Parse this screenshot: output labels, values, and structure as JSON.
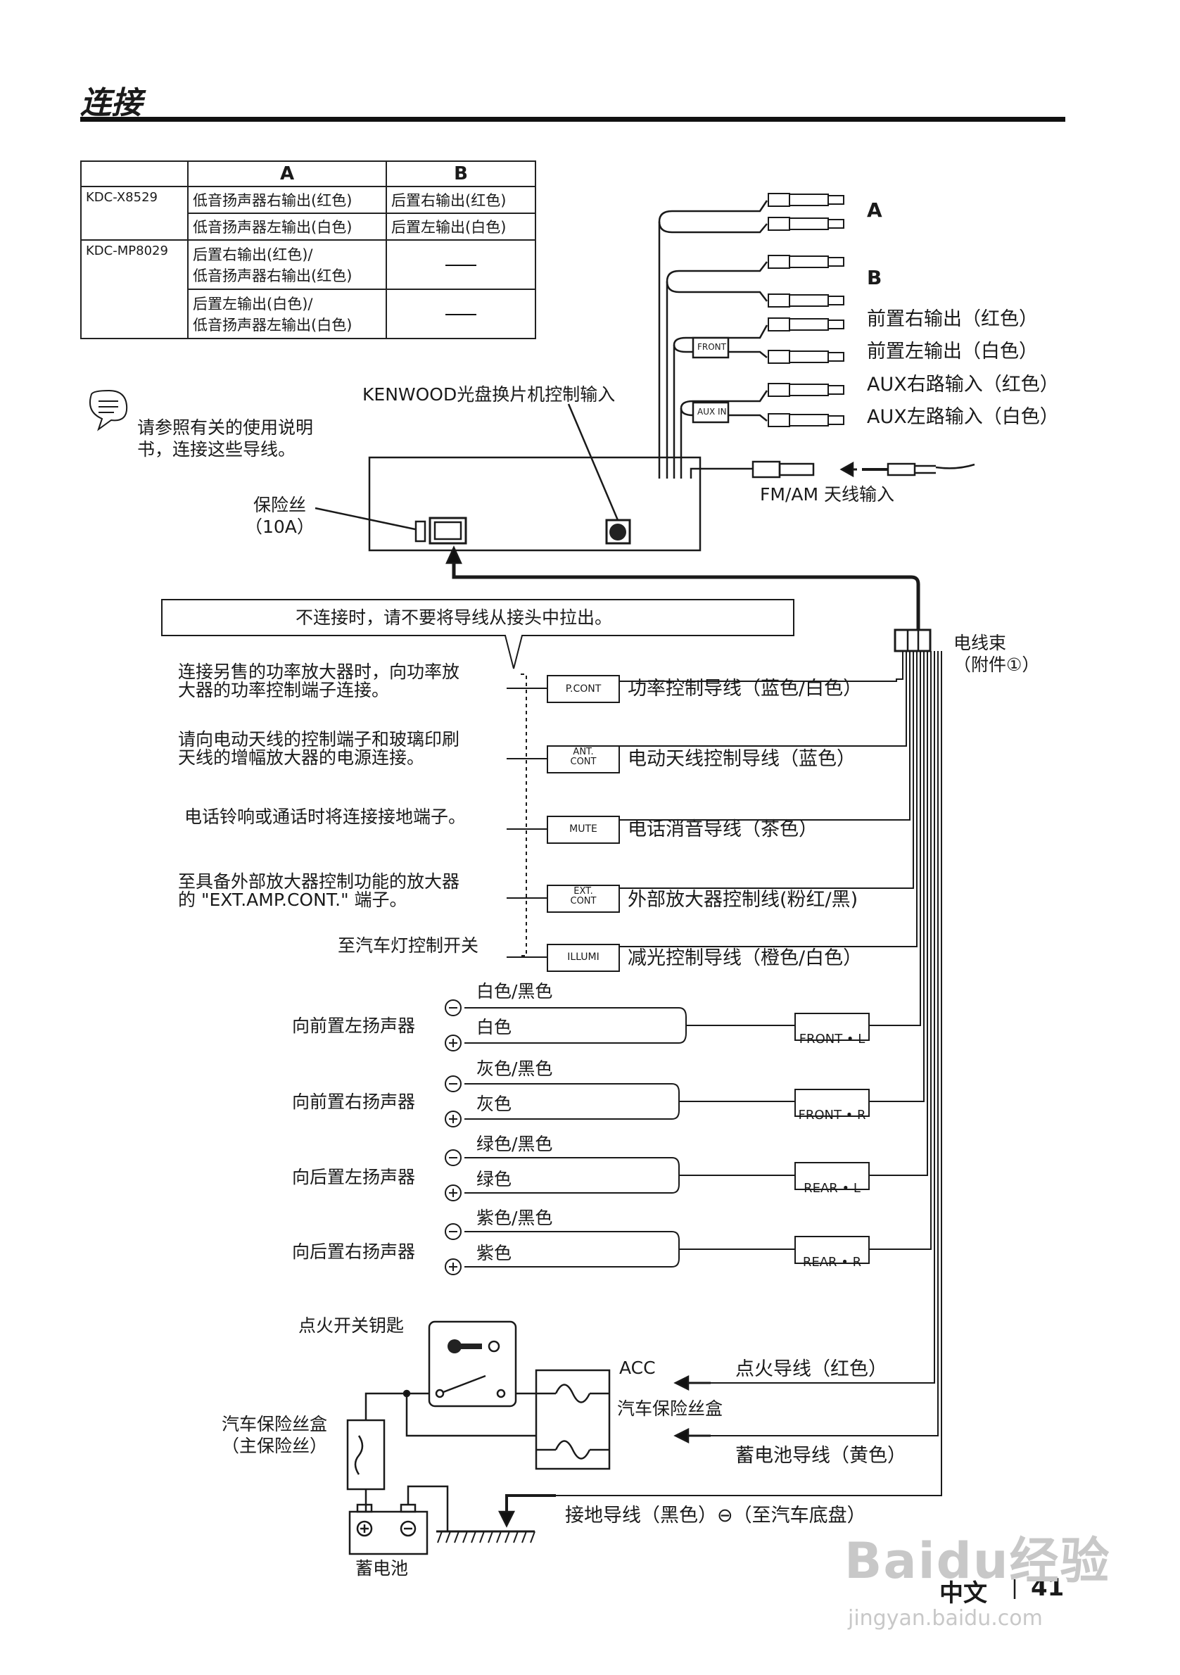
{
  "page": {
    "title": "连接",
    "footer_lang": "中文",
    "footer_page": "41",
    "watermark_main": "Baidu经验",
    "watermark_url": "jingyan.baidu.com"
  },
  "table": {
    "headers": [
      "",
      "A",
      "B"
    ],
    "rows": [
      {
        "model": "KDC-X8529",
        "a": "低音扬声器右输出(红色)",
        "b": "后置右输出(红色)"
      },
      {
        "model": "",
        "a": "低音扬声器左输出(白色)",
        "b": "后置左输出(白色)"
      },
      {
        "model": "KDC-MP8029",
        "a": "后置右输出(红色)/\n低音扬声器右输出(红色)",
        "b": ""
      },
      {
        "model": "",
        "a": "后置左输出(白色)/\n低音扬声器左输出(白色)",
        "b": ""
      }
    ]
  },
  "note": {
    "text": "请参照有关的使用说明\n书，连接这些导线。"
  },
  "unit": {
    "changer_label": "KENWOOD光盘换片机控制输入",
    "fuse_label": "保险丝\n（10A）",
    "antenna_label": "FM/AM 天线输入"
  },
  "rca": {
    "label_a": "A",
    "label_b": "B",
    "front_tag": "FRONT",
    "aux_tag": "AUX IN",
    "outputs": [
      "前置右输出（红色）",
      "前置左输出（白色）",
      "AUX右路输入（红色）",
      "AUX左路输入（白色）"
    ]
  },
  "harness": {
    "warning": "不连接时，请不要将导线从接头中拉出。",
    "label": "电线束\n（附件①）"
  },
  "control_wires": [
    {
      "desc": "连接另售的功率放大器时，向功率放\n大器的功率控制端子连接。",
      "tag": "P.CONT",
      "wire": "功率控制导线（蓝色/白色）"
    },
    {
      "desc": "请向电动天线的控制端子和玻璃印刷\n天线的增幅放大器的电源连接。",
      "tag": "ANT.\nCONT",
      "wire": "电动天线控制导线（蓝色）"
    },
    {
      "desc": "电话铃响或通话时将连接接地端子。",
      "tag": "MUTE",
      "wire": "电话消音导线（茶色）"
    },
    {
      "desc": "至具备外部放大器控制功能的放大器\n的 \"EXT.AMP.CONT.\" 端子。",
      "tag": "EXT.\nCONT",
      "wire": "外部放大器控制线(粉红/黑)"
    },
    {
      "desc": "至汽车灯控制开关",
      "tag": "ILLUMI",
      "wire": "减光控制导线（橙色/白色）"
    }
  ],
  "speakers": [
    {
      "label": "向前置左扬声器",
      "neg": "白色/黑色",
      "pos": "白色",
      "tag": "FRONT • L"
    },
    {
      "label": "向前置右扬声器",
      "neg": "灰色/黑色",
      "pos": "灰色",
      "tag": "FRONT • R"
    },
    {
      "label": "向后置左扬声器",
      "neg": "绿色/黑色",
      "pos": "绿色",
      "tag": "REAR • L"
    },
    {
      "label": "向后置右扬声器",
      "neg": "紫色/黑色",
      "pos": "紫色",
      "tag": "REAR • R"
    }
  ],
  "power": {
    "ignition_key": "点火开关钥匙",
    "acc": "ACC",
    "ignition_wire": "点火导线（红色）",
    "fuse_box": "汽车保险丝盒",
    "main_fuse": "汽车保险丝盒\n（主保险丝）",
    "battery_wire": "蓄电池导线（黄色）",
    "ground_wire": "接地导线（黑色）",
    "ground_minus": "⊖",
    "ground_note": "（至汽车底盘）",
    "battery": "蓄电池"
  },
  "colors": {
    "ink": "#1a1a1a",
    "watermark": "#c8c8c8"
  }
}
